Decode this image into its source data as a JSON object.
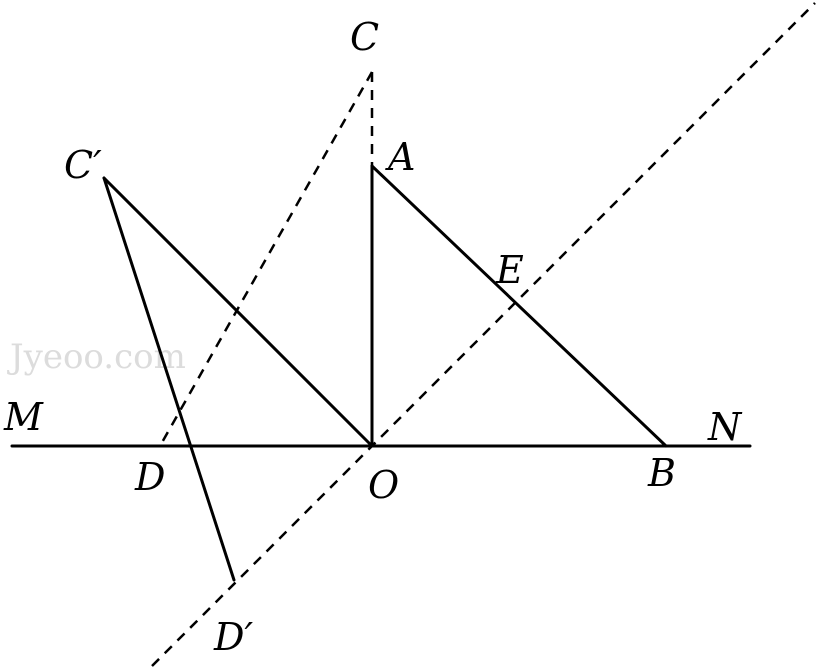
{
  "figure": {
    "points": {
      "C": "C",
      "A": "A",
      "C_prime": "C′",
      "E": "E",
      "M": "M",
      "N": "N",
      "D": "D",
      "O": "O",
      "B": "B",
      "D_prime": "D′"
    },
    "watermark": "Jyeoo.com"
  }
}
